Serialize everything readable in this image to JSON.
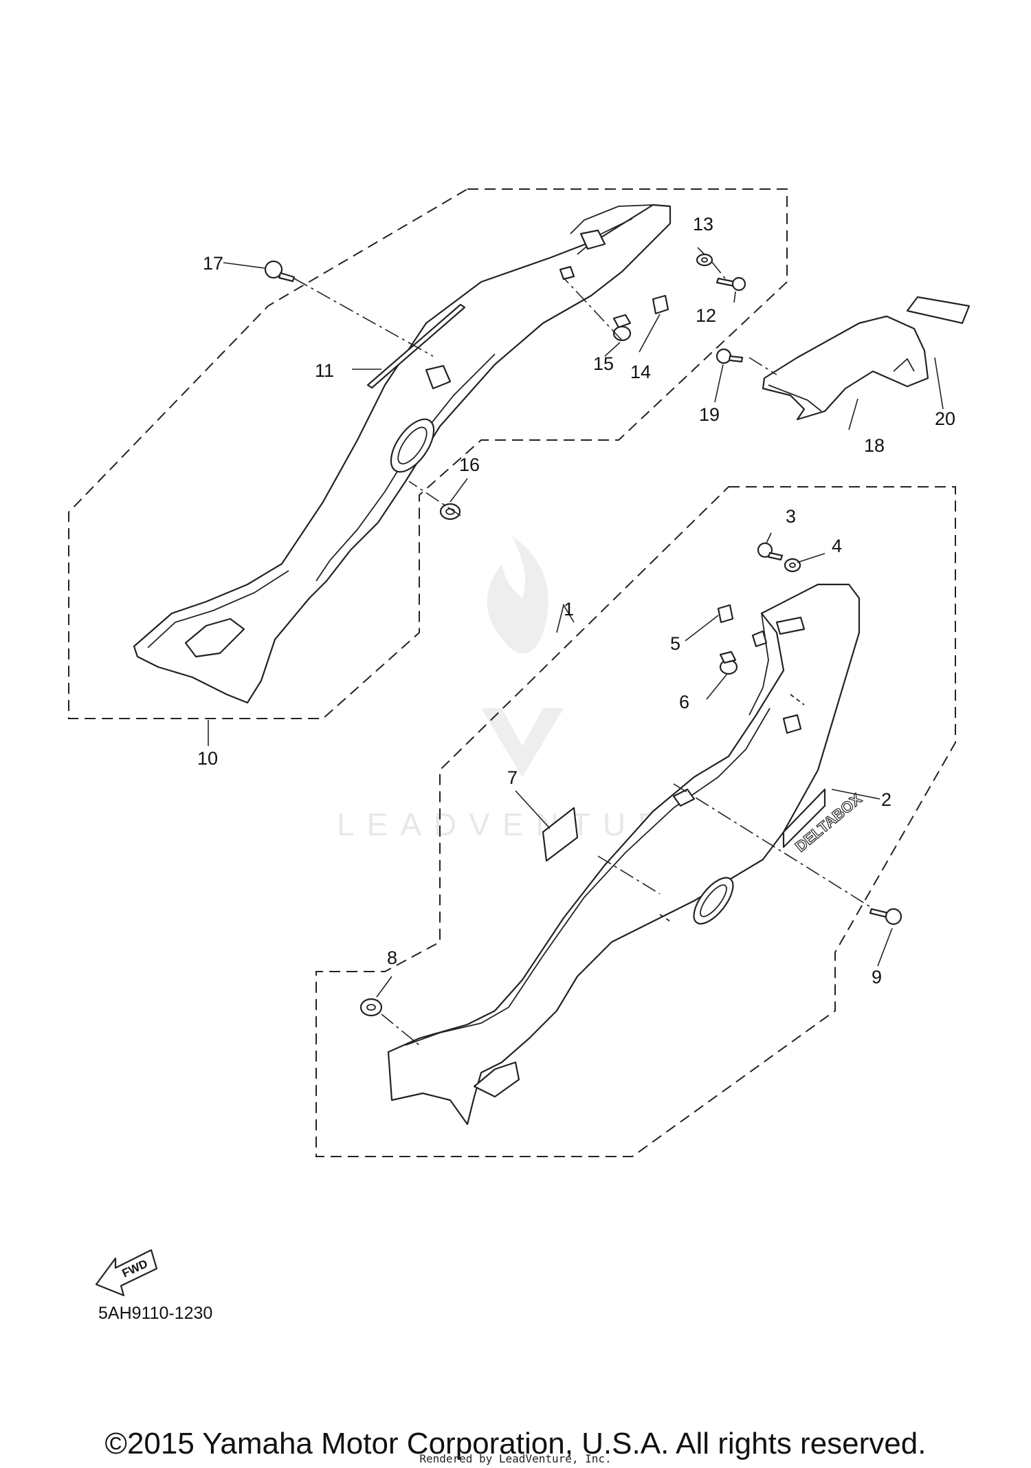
{
  "diagram": {
    "callouts": {
      "c1": "1",
      "c2": "2",
      "c3": "3",
      "c4": "4",
      "c5": "5",
      "c6": "6",
      "c7": "7",
      "c8": "8",
      "c9": "9",
      "c10": "10",
      "c11": "11",
      "c12": "12",
      "c13": "13",
      "c14": "14",
      "c15": "15",
      "c16": "16",
      "c17": "17",
      "c18": "18",
      "c19": "19",
      "c20": "20"
    },
    "emblem_text": "DELTABOX",
    "fwd_label": "FWD",
    "drawing_code": "5AH9110-1230"
  },
  "watermark": {
    "text": "LEADVENTURE"
  },
  "footer": {
    "copyright": "©2015 Yamaha Motor Corporation, U.S.A. All rights reserved.",
    "rendered_by": "Rendered by LeadVenture, Inc."
  }
}
